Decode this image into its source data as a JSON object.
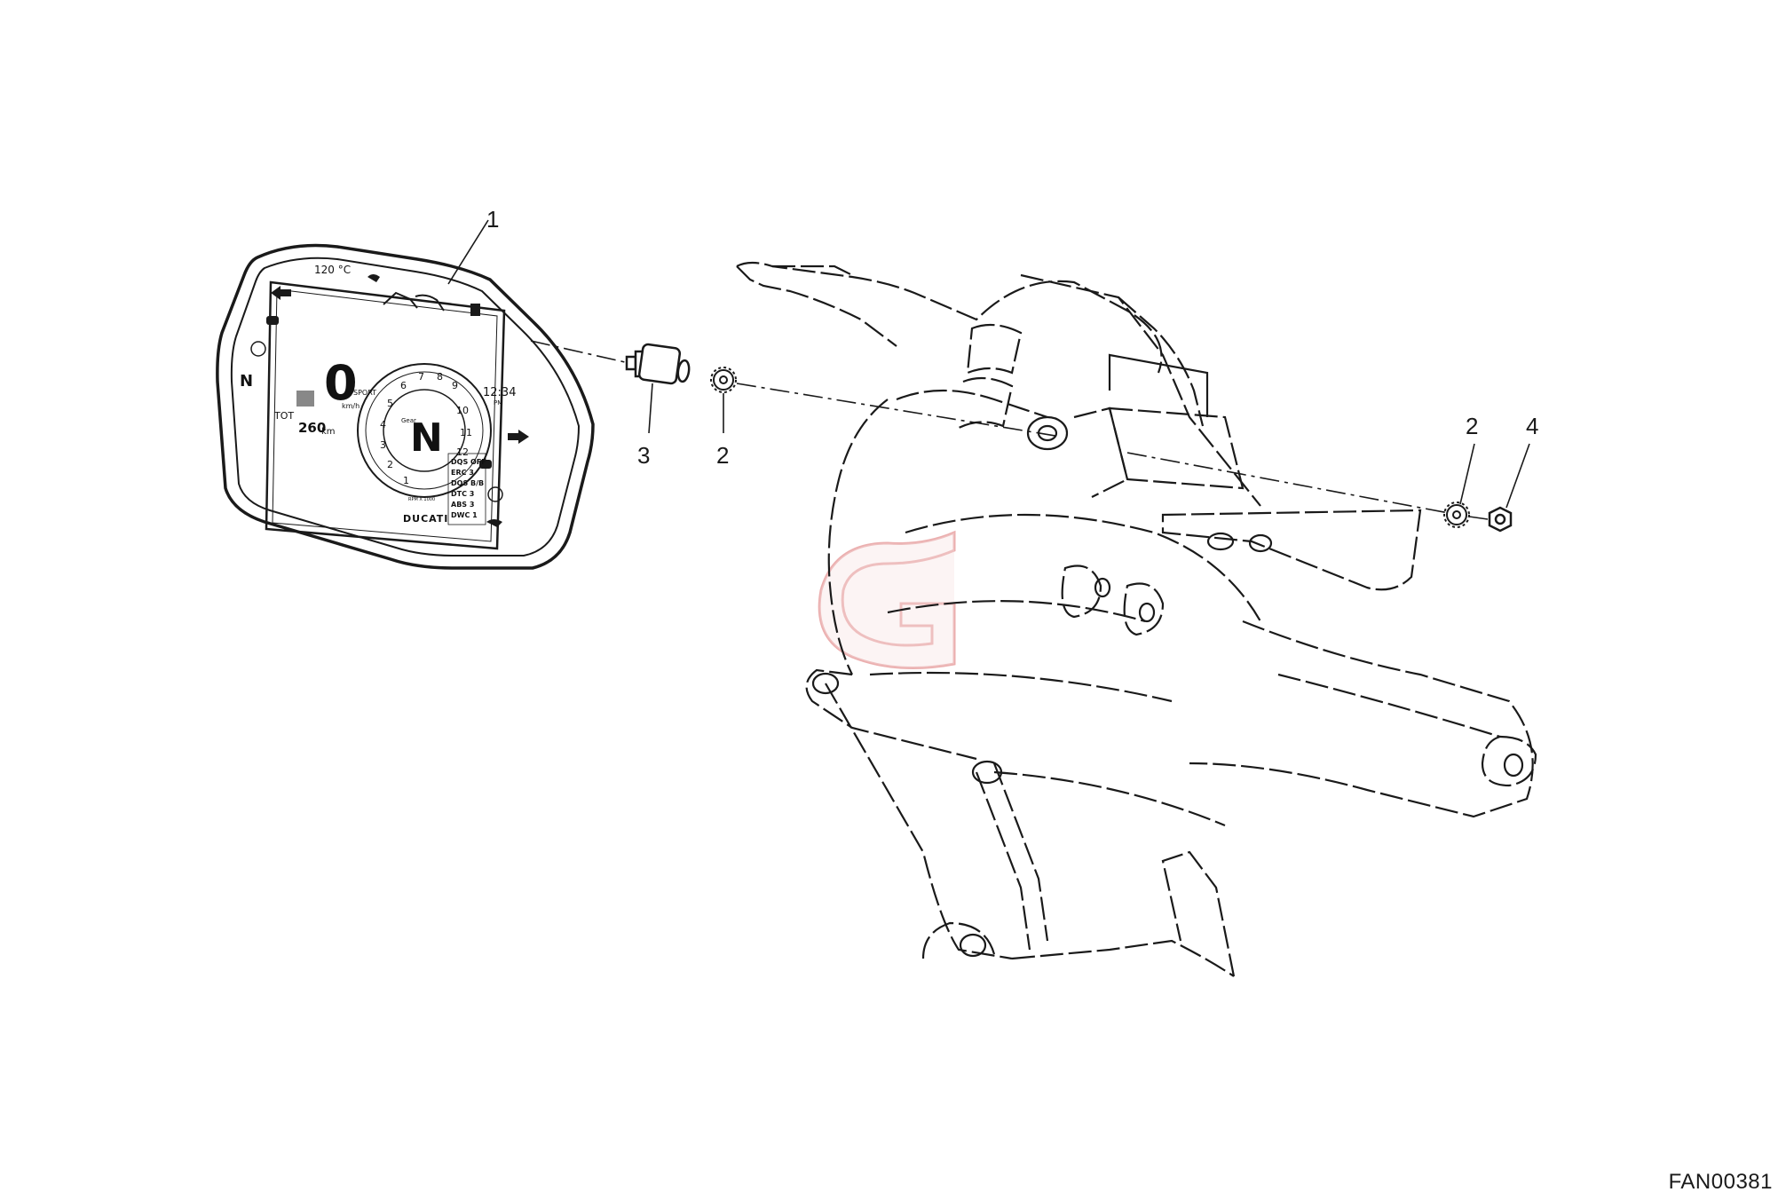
{
  "figure_code": "FAN00381",
  "callouts": [
    "1",
    "3",
    "2",
    "2",
    "4"
  ],
  "dashboard": {
    "temp": "120 °C",
    "speed": "0",
    "speed_unit": "km/h",
    "mode": "SPORT",
    "gear": "N",
    "gear_label": "Gear",
    "clock": "12:34",
    "clock_suffix": "PM",
    "odometer_label": "TOT",
    "odometer_value": "260",
    "odometer_unit": "km",
    "rpm_label": "RPM X 1000",
    "brand": "DUCATI",
    "indicator_n": "N",
    "tach_numbers": [
      "1",
      "2",
      "3",
      "4",
      "5",
      "6",
      "7",
      "8",
      "9",
      "10",
      "11",
      "12"
    ],
    "settings": [
      "DQS OFF",
      "ERC 3",
      "DQS B/B",
      "DTC 3",
      "ABS 3",
      "DWC 1"
    ]
  },
  "colors": {
    "line": "#1a1a1a",
    "watermark": "#e9a6a6"
  }
}
